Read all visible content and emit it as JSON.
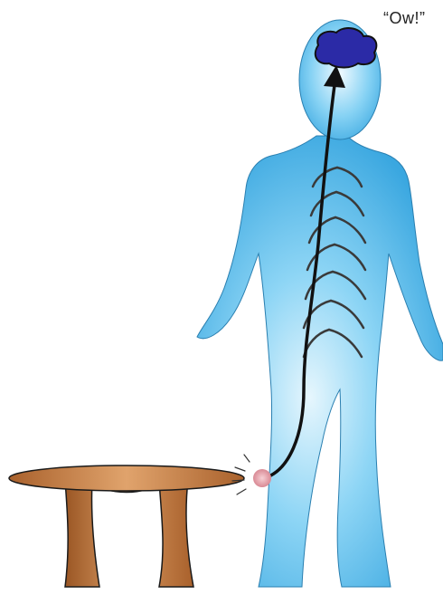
{
  "speech": {
    "text": "“Ow!”"
  },
  "colors": {
    "body_light": "#e6f6fd",
    "body_mid": "#6cc8f2",
    "body_dark": "#3aa7e0",
    "brain": "#2b2aa6",
    "nerve": "#1a1a1a",
    "table_light": "#e0a36c",
    "table_dark": "#a9612c",
    "impact": "#e8a8b0"
  },
  "icons": {
    "person": "person-silhouette",
    "brain": "brain-shape",
    "table": "table-shape",
    "impact": "pain-impact-point"
  }
}
